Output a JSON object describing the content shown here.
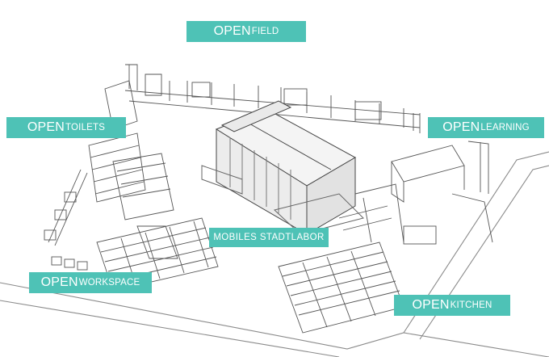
{
  "labels": {
    "openfield": {
      "prefix": "OPEN",
      "suffix": "field"
    },
    "opentoilets": {
      "prefix": "OPEN",
      "suffix": "toilets"
    },
    "openlearning": {
      "prefix": "OPEN",
      "suffix": "learning"
    },
    "openworkspace": {
      "prefix": "OPEN",
      "suffix": "workspace"
    },
    "openkitchen": {
      "prefix": "OPEN",
      "suffix": "kitchen"
    },
    "stadtlabor": "MOBILES STADTLABOR"
  },
  "colors": {
    "label_background": "#4ec2b6",
    "label_text": "#ffffff",
    "line": "#666666",
    "background": "#ffffff"
  }
}
